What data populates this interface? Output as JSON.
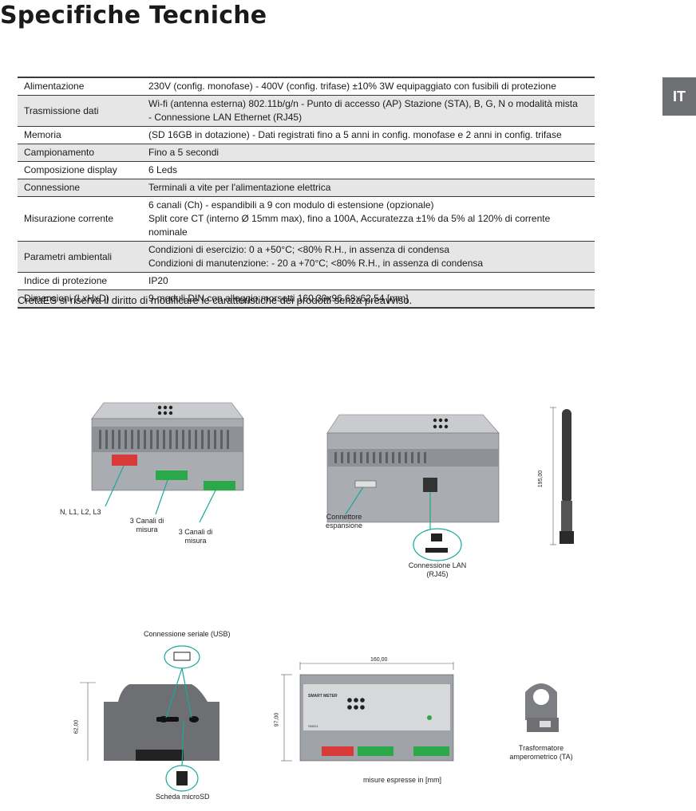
{
  "page_title": "Specifiche Tecniche",
  "lang_tab": "IT",
  "specs": [
    {
      "label": "Alimentazione",
      "lines": [
        "230V (config. monofase) - 400V (config. trifase) ±10% 3W  equipaggiato con fusibili di protezione"
      ]
    },
    {
      "label": "Trasmissione dati",
      "lines": [
        "Wi-fi (antenna esterna) 802.11b/g/n - Punto di accesso (AP) Stazione (STA), B, G, N o modalità mista",
        "- Connessione LAN Ethernet (RJ45)"
      ]
    },
    {
      "label": "Memoria",
      "lines": [
        "(SD 16GB in dotazione) - Dati registrati fino a 5 anni in config. monofase e 2 anni in config. trifase"
      ]
    },
    {
      "label": "Campionamento",
      "lines": [
        "Fino a 5 secondi"
      ]
    },
    {
      "label": "Composizione display",
      "lines": [
        "6 Leds"
      ]
    },
    {
      "label": "Connessione",
      "lines": [
        "Terminali a vite per l'alimentazione elettrica"
      ]
    },
    {
      "label": "Misurazione corrente",
      "lines": [
        "6 canali (Ch) - espandibili a 9 con modulo di estensione (opzionale)",
        "Split core CT (interno Ø 15mm max), fino a 100A, Accuratezza ±1% da 5% al 120% di corrente nominale"
      ]
    },
    {
      "label": "Parametri ambientali",
      "lines": [
        "Condizioni di esercizio: 0 a +50°C; <80% R.H., in assenza di condensa",
        "Condizioni di manutenzione: - 20 a +70°C; <80% R.H., in assenza di condensa"
      ]
    },
    {
      "label": "Indice di protezione",
      "lines": [
        "IP20"
      ]
    },
    {
      "label": "Dimensioni (LxHxD)",
      "lines": [
        "9-moduli DIN con alloggio morsetti 160.30x96.68x62.54 [mm]"
      ]
    }
  ],
  "note": "CretaES si riserva il diritto di modificare le caratteristiche dei prodotti senza preavviso.",
  "captions": {
    "n_l": "N, L1, L2, L3",
    "canali1": [
      "3 Canali di",
      "misura"
    ],
    "canali2": [
      "3 Canali di",
      "misura"
    ],
    "connettore": [
      "Connettore",
      "espansione"
    ],
    "lan": [
      "Connessione LAN",
      "(RJ45)"
    ],
    "seriale": "Connessione seriale (USB)",
    "microsd": "Scheda microSD",
    "trasformatore": [
      "Trasformatore",
      "amperometrico (TA)"
    ],
    "misure": "misure espresse in [mm]"
  },
  "dimensions": {
    "antenna_height": "195,00",
    "width": "160,00",
    "height": "97,00",
    "depth": "62,00"
  },
  "device_labels": {
    "brand": "SMART METER",
    "model": "SM001"
  },
  "colors": {
    "terminal_red": "#d83a3a",
    "terminal_green": "#2aa84a",
    "accent_teal": "#1aa89a",
    "tab_gray": "#6f7073"
  }
}
